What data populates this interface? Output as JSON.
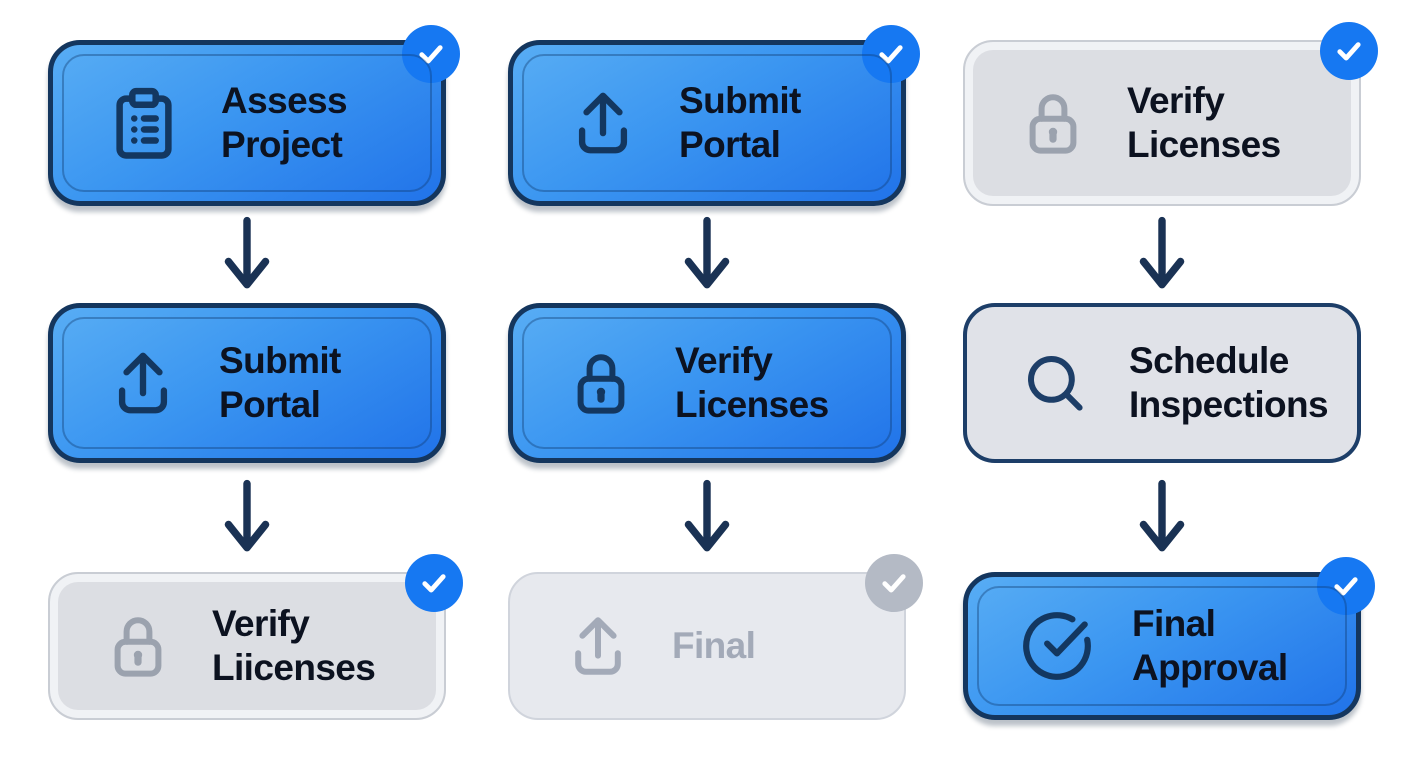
{
  "workflow": {
    "columns": [
      {
        "steps": [
          {
            "label": "Assess\nProject",
            "icon": "clipboard-list-icon",
            "state": "active",
            "badge": "blue"
          },
          {
            "label": "Submit\nPortal",
            "icon": "upload-icon",
            "state": "active",
            "badge": "none"
          },
          {
            "label": "Verify\nLiicenses",
            "icon": "lock-icon",
            "state": "done-muted",
            "badge": "blue"
          }
        ]
      },
      {
        "steps": [
          {
            "label": "Submit\nPortal",
            "icon": "upload-icon",
            "state": "active",
            "badge": "blue"
          },
          {
            "label": "Verify\nLicenses",
            "icon": "lock-icon",
            "state": "active",
            "badge": "none"
          },
          {
            "label": "Final",
            "icon": "upload-icon",
            "state": "disabled",
            "badge": "gray"
          }
        ]
      },
      {
        "steps": [
          {
            "label": "Verify\nLicenses",
            "icon": "lock-icon",
            "state": "done-muted",
            "badge": "blue"
          },
          {
            "label": "Schedule\nInspections",
            "icon": "search-icon",
            "state": "pending-outline",
            "badge": "none"
          },
          {
            "label": "Final\nApproval",
            "icon": "check-circle-icon",
            "state": "active",
            "badge": "blue"
          }
        ]
      }
    ]
  },
  "colors": {
    "node_blue_top": "#58adf4",
    "node_blue_bottom": "#2173e9",
    "node_border_navy": "#14365e",
    "node_gray_fill": "#dcdee3",
    "node_gray_ring": "#f0f2f5",
    "node_disabled_fill": "#e7e9ee",
    "badge_blue": "#1678f2",
    "badge_gray": "#b4bac5",
    "arrow_navy": "#1a3254",
    "text_dark": "#0c1220",
    "text_muted": "#a3aab8",
    "background": "#ffffff"
  }
}
